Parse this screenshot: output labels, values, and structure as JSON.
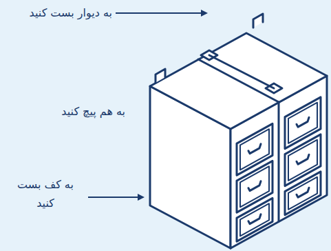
{
  "diagram": {
    "labels": [
      "به دیوار بست کنید",
      "به هم پیچ کنید",
      "به کف بست کنید"
    ]
  }
}
